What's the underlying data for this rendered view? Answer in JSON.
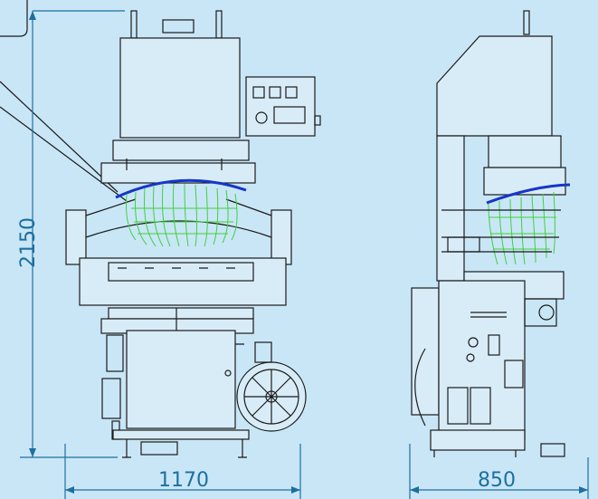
{
  "dimensions": {
    "height_label": "2150",
    "front_width_label": "1170",
    "side_depth_label": "850"
  },
  "colors": {
    "background": "#c9e6f7",
    "line": "#1a1a1a",
    "dimension": "#1d6f9f",
    "brush": "#3ed23a",
    "belt": "#1536c8"
  }
}
